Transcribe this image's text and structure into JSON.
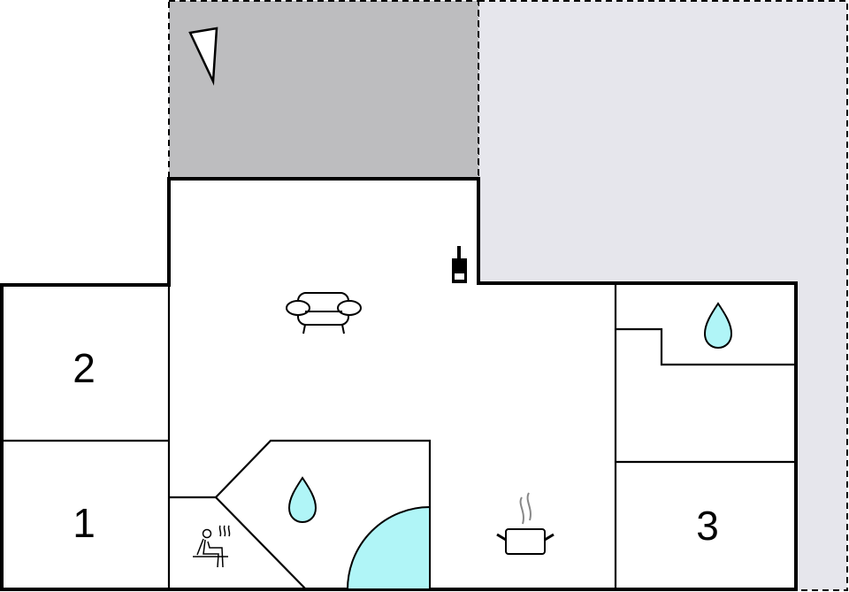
{
  "plan": {
    "rooms": [
      {
        "label": "2",
        "type": "bedroom"
      },
      {
        "label": "1",
        "type": "bedroom"
      },
      {
        "label": "3",
        "type": "bedroom"
      }
    ],
    "icons": [
      "north-arrow-icon",
      "stove-icon",
      "sofa-icon",
      "water-drop-icon",
      "shower-icon",
      "sauna-icon",
      "cooking-pot-icon"
    ],
    "colors": {
      "terrace_covered": "#bdbdbf",
      "terrace_open": "#e6e6ec",
      "water": "#b0f5f7",
      "walls": "#000000"
    }
  }
}
